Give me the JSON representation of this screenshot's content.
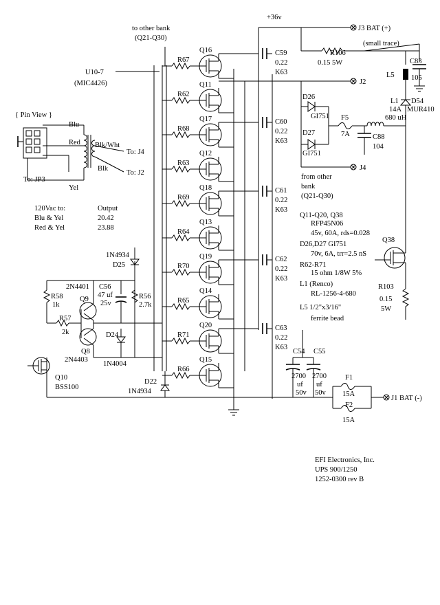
{
  "rail": {
    "voltage": "+36v"
  },
  "connectors": {
    "j3": "J3  BAT (+)",
    "j2": "J2",
    "j4": "J4",
    "j1": "J1  BAT (-)",
    "small_trace": "(small trace)"
  },
  "bank": {
    "to_other_l1": "to other bank",
    "to_other_l2": "(Q21-Q30)",
    "from_other_l1": "from other",
    "from_other_l2": "bank",
    "from_other_l3": "(Q21-Q30)"
  },
  "driver": {
    "u10": "U10-7",
    "mic": "(MIC4426)"
  },
  "mosfets": [
    "Q16",
    "Q11",
    "Q17",
    "Q12",
    "Q18",
    "Q13",
    "Q19",
    "Q14",
    "Q20",
    "Q15"
  ],
  "gate_resistors": [
    "R67",
    "R62",
    "R68",
    "R63",
    "R69",
    "R64",
    "R70",
    "R65",
    "R71",
    "R66"
  ],
  "caps": [
    {
      "name": "C59",
      "value": "0.22",
      "type": "K63"
    },
    {
      "name": "C60",
      "value": "0.22",
      "type": "K63"
    },
    {
      "name": "C61",
      "value": "0.22",
      "type": "K63"
    },
    {
      "name": "C62",
      "value": "0.22",
      "type": "K63"
    },
    {
      "name": "C63",
      "value": "0.22",
      "type": "K63"
    }
  ],
  "r106": {
    "name": "R106",
    "value": "0.15  5W"
  },
  "c83": {
    "name": "C83",
    "value": "105"
  },
  "l5": {
    "name": "L5"
  },
  "l1": {
    "name": "L1",
    "current": "14A",
    "value": "680 uH"
  },
  "d54": {
    "name": "D54",
    "part": "MUR410"
  },
  "d26": {
    "name": "D26",
    "part": "GI751"
  },
  "d27": {
    "name": "D27",
    "part": "GI751"
  },
  "f5": {
    "name": "F5",
    "value": "7A"
  },
  "c88": {
    "name": "C88",
    "value": "104"
  },
  "q38": {
    "name": "Q38"
  },
  "r103": {
    "name": "R103",
    "value": "0.15",
    "power": "5W"
  },
  "pinview": {
    "title": "{ Pin View }",
    "blu": "Blu",
    "red": "Red",
    "yel": "Yel",
    "blkwht": "Blk/Wht",
    "blk": "Blk",
    "to_j4": "To: J4",
    "to_j2": "To: J2",
    "to_jp3": "To: JP3"
  },
  "transformer_table": {
    "h1": "120Vac to:",
    "h2": "Output",
    "rows": [
      {
        "pair": "Blu & Yel",
        "output": "20.42"
      },
      {
        "pair": "Red & Yel",
        "output": "23.88"
      }
    ]
  },
  "d25": {
    "part": "1N4934",
    "name": "D25"
  },
  "q9": {
    "part": "2N4401",
    "name": "Q9"
  },
  "c56": {
    "name": "C56",
    "value": "47 uf",
    "voltage": "25v"
  },
  "r58": {
    "name": "R58",
    "value": "1k"
  },
  "r56": {
    "name": "R56",
    "value": "2.7k"
  },
  "r57": {
    "name": "R57",
    "value": "2k"
  },
  "d24": {
    "name": "D24"
  },
  "q8": {
    "name": "Q8",
    "part": "2N4403"
  },
  "d_1n4004": {
    "part": "1N4004"
  },
  "q10": {
    "name": "Q10",
    "part": "BSS100"
  },
  "d22": {
    "name": "D22",
    "part": "1N4934"
  },
  "c54": {
    "name": "C54",
    "value": "2700",
    "unit": "uf",
    "voltage": "50v"
  },
  "c55": {
    "name": "C55",
    "value": "2700",
    "unit": "uf",
    "voltage": "50v"
  },
  "f1": {
    "name": "F1",
    "value": "15A"
  },
  "f2": {
    "name": "F2",
    "value": "15A"
  },
  "notes": [
    "Q11-Q20, Q38",
    "RFP45N06",
    "45v, 60A, rds=0.028",
    "D26,D27    GI751",
    "70v, 6A, trr=2.5 nS",
    "R62-R71",
    "15 ohm 1/8W 5%",
    "L1 (Renco)",
    "RL-1256-4-680",
    "L5  1/2\"x3/16\"",
    "ferrite bead"
  ],
  "title_block": [
    "EFI Electronics, Inc.",
    "UPS  900/1250",
    "1252-0300 rev B"
  ]
}
